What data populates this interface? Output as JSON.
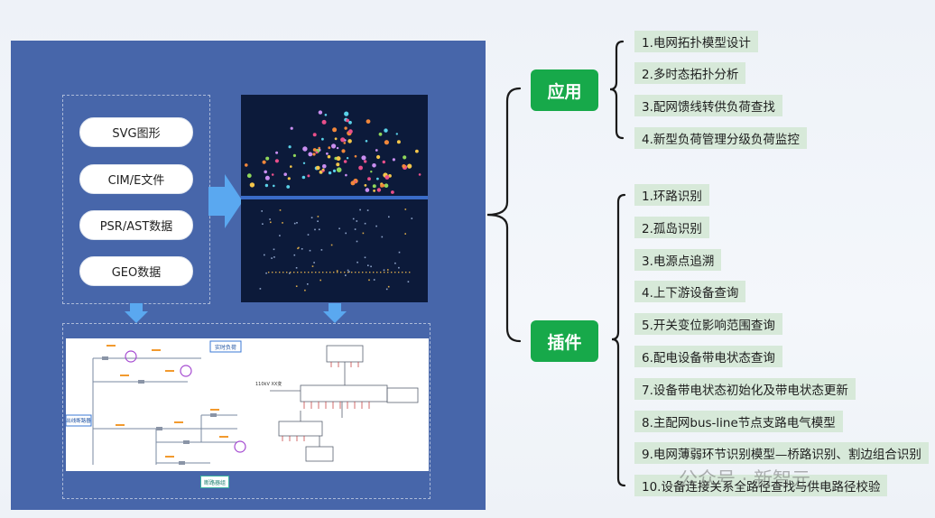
{
  "inputs": [
    {
      "label": "SVG图形"
    },
    {
      "label": "CIM/E文件"
    },
    {
      "label": "PSR/AST数据"
    },
    {
      "label": "GEO数据"
    }
  ],
  "diagram_texts": {
    "realtime_tag": "实时负荷",
    "outlet_tag": "出线断路器",
    "bottom_tag": "断路器组",
    "white_right_label": "110kV XX变"
  },
  "apps": {
    "label": "应用",
    "items": [
      "1.电网拓扑模型设计",
      "2.多时态拓扑分析",
      "3.配网馈线转供负荷查找",
      "4.新型负荷管理分级负荷监控"
    ]
  },
  "plugins": {
    "label": "插件",
    "items": [
      "1.环路识别",
      "2.孤岛识别",
      "3.电源点追溯",
      "4.上下游设备查询",
      "5.开关变位影响范围查询",
      "6.配电设备带电状态查询",
      "7.设备带电状态初始化及带电状态更新",
      "8.主配网bus-line节点支路电气模型",
      "9.电网薄弱环节识别模型—桥路识别、割边组合识别",
      "10.设备连接关系全路径查找与供电路径校验"
    ]
  },
  "watermark": "公众号 · 新智元",
  "colors": {
    "panel_bg": "#4766aa",
    "arrow": "#5aa8f0",
    "tag_green": "#17a94a",
    "item_bg": "#d7e9d9",
    "brace": "#1a1a1a"
  }
}
